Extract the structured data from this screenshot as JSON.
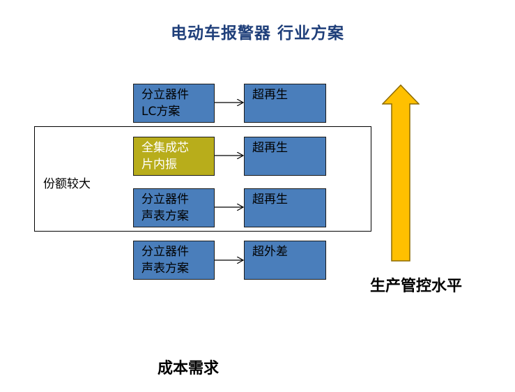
{
  "title": "电动车报警器 行业方案",
  "group_label": "份额较大",
  "rows": [
    {
      "left": {
        "line1": "分立器件",
        "line2": "LC方案",
        "color": "#4a7ebb"
      },
      "right": {
        "text": "超再生"
      }
    },
    {
      "left": {
        "line1": "全集成芯",
        "line2": "片内振",
        "color": "#b8ad1b"
      },
      "right": {
        "text": "超再生"
      }
    },
    {
      "left": {
        "line1": "分立器件",
        "line2": "声表方案",
        "color": "#4a7ebb"
      },
      "right": {
        "text": "超再生"
      }
    },
    {
      "left": {
        "line1": "分立器件",
        "line2": "声表方案",
        "color": "#4a7ebb"
      },
      "right": {
        "text": "超外差"
      }
    }
  ],
  "vertical_axis_label": "生产管控水平",
  "horizontal_axis_label": "成本需求",
  "colors": {
    "blue": "#4a7ebb",
    "olive": "#b8ad1b",
    "arrow_fill": "#ffc000",
    "arrow_stroke": "#8c6a00"
  }
}
